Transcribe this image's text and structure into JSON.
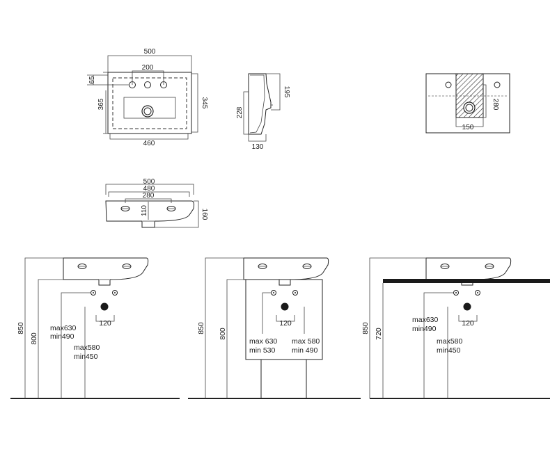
{
  "top_view": {
    "w500": "500",
    "w200": "200",
    "h65": "65",
    "h365": "365",
    "h345": "345",
    "w460": "460"
  },
  "side_view": {
    "h195": "195",
    "h228": "228",
    "w130": "130"
  },
  "rear_view": {
    "h280": "280",
    "w150": "150"
  },
  "front_view": {
    "w500": "500",
    "w480": "480",
    "w280": "280",
    "h110": "110",
    "h160": "160"
  },
  "install_a": {
    "h850": "850",
    "h800": "800",
    "trap_max": "max630",
    "trap_min": "min490",
    "w120": "120",
    "drain_max": "max580",
    "drain_min": "min450"
  },
  "install_b": {
    "h850": "850",
    "h800": "800",
    "trap_max": "max 630",
    "trap_min": "min 530",
    "w120": "120",
    "drain_max": "max 580",
    "drain_min": "min 490"
  },
  "install_c": {
    "h850": "850",
    "h720": "720",
    "trap_max": "max630",
    "trap_min": "min490",
    "w120": "120",
    "drain_max": "max580",
    "drain_min": "min450"
  }
}
